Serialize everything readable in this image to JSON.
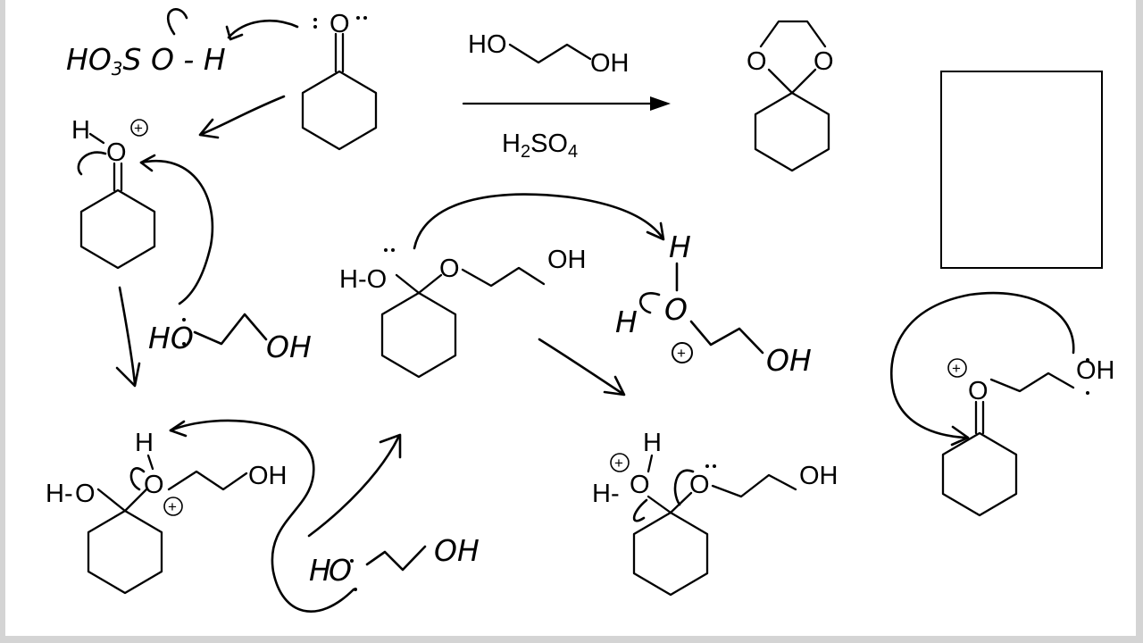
{
  "labels": {
    "sulfuric_acid": "HO",
    "sulfuric_acid_sub": "3",
    "sulfuric_acid_rest": "S O - H",
    "ketone_o": "O",
    "diol_ho": "HO",
    "diol_oh": "OH",
    "reagent_h": "H",
    "reagent_sub2": "2",
    "reagent_so": "SO",
    "reagent_sub4": "4",
    "acetal_o1": "O",
    "acetal_o2": "O",
    "protonated_h": "H",
    "protonated_o": "O",
    "attack_ho": "HO",
    "attack_oh": "OH",
    "hemi_h": "H-",
    "hemi_o1": "O",
    "hemi_o2": "O",
    "hemi_oh": "OH",
    "water_h": "H",
    "water_h2": "H",
    "water_o": "O",
    "water_oh": "OH",
    "inter_h_top": "H",
    "inter_ho": "H-O",
    "inter_o": "O",
    "inter_oh": "OH",
    "base_h": "H",
    "base_o": "O",
    "base_oh": "OH",
    "prot_h_top": "H",
    "prot_h": "H-",
    "prot_o": "O",
    "prot_o2": "O",
    "prot_oh": "OH",
    "oxo_o": "O",
    "oxo_oh": "OH"
  }
}
